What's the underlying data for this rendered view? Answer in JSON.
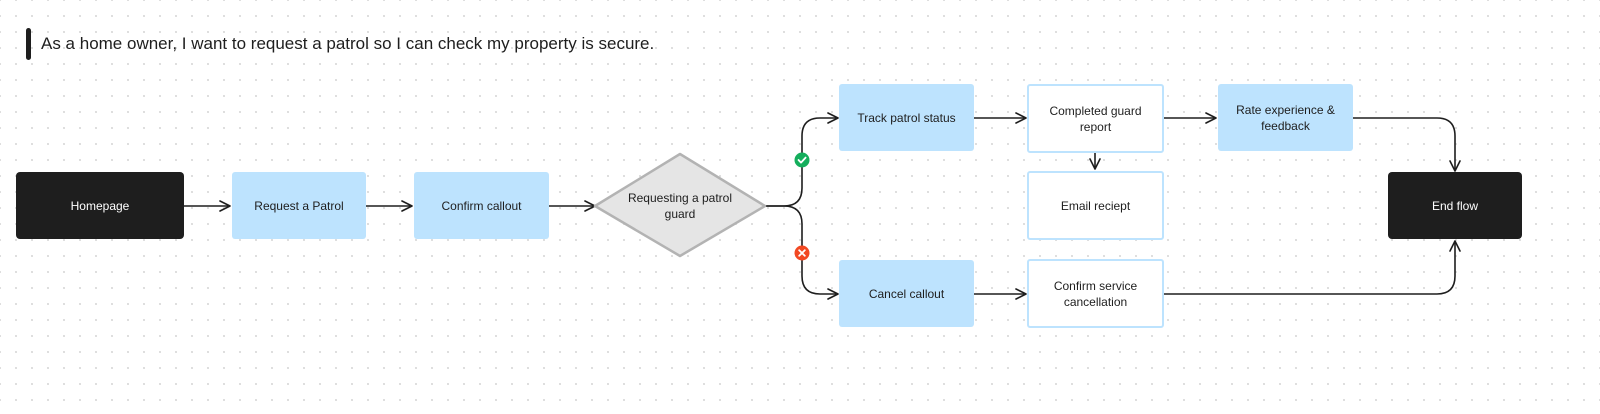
{
  "story": {
    "text": "As a home owner, I want to request a patrol so I can check my property is secure."
  },
  "nodes": {
    "homepage": "Homepage",
    "request_patrol": "Request a Patrol",
    "confirm_callout": "Confirm callout",
    "decision": "Requesting a patrol guard",
    "track_status": "Track patrol status",
    "guard_report": "Completed guard report",
    "email_receipt": "Email reciept",
    "rate_experience": "Rate experience & feedback",
    "end_flow": "End flow",
    "cancel_callout": "Cancel callout",
    "confirm_cancellation": "Confirm service cancellation"
  },
  "icons": {
    "success": "check-circle-icon",
    "failure": "x-circle-icon"
  },
  "colors": {
    "dark_node": "#1e1e1e",
    "blue_node": "#bde3fe",
    "decision_fill": "#e5e5e5",
    "decision_stroke": "#b3b3b3",
    "success": "#14ae5c",
    "failure": "#f24822",
    "connector": "#1e1e1e"
  }
}
